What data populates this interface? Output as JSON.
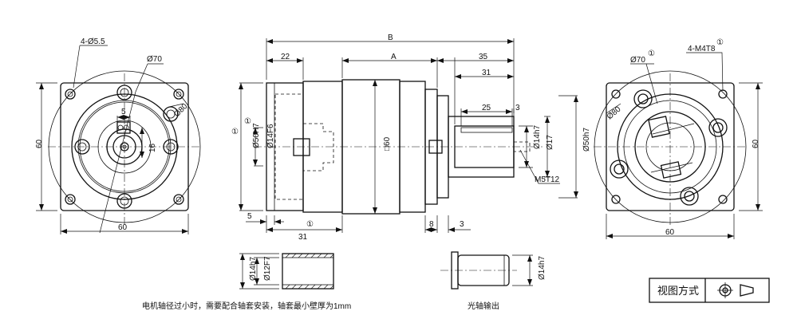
{
  "left_view": {
    "holes_label": "4-Ø5.5",
    "pilot_label": "Ø70",
    "pcd_label": "Ø80",
    "key_label": "5",
    "shaft_height_label": "16",
    "height_label": "60",
    "width_label": "60"
  },
  "side_view": {
    "overall_label": "B",
    "body_label": "A",
    "flange_label": "22",
    "shaft_len_label": "35",
    "shaft_len2_label": "31",
    "key_len_label": "25",
    "key_offset_label": "3",
    "input_bore_label": "Ø50H7",
    "input_shaft_label": "Ø14F6",
    "square_label": "□60",
    "shaft_dia_label": "Ø14h7",
    "pilot_dia_label": "Ø17",
    "output_pilot_label": "Ø50h7",
    "thread_label": "M5T12",
    "depth5_label": "5",
    "depth31_label": "31",
    "flange8_label": "8",
    "gap3_label": "3",
    "circled_1": "①"
  },
  "right_view": {
    "pilot_label": "Ø70",
    "thread_label": "4-M4T8",
    "pcd_label": "Ø80",
    "height_label": "60",
    "width_label": "60"
  },
  "sleeve": {
    "outer_label": "Ø14h7",
    "inner_label": "Ø12F7",
    "note": "电机轴径过小时，需要配合轴套安装，轴套最小壁厚为1mm"
  },
  "output_shaft": {
    "dia_label": "Ø14h7",
    "caption": "光轴输出"
  },
  "projection": {
    "label": "视图方式"
  }
}
